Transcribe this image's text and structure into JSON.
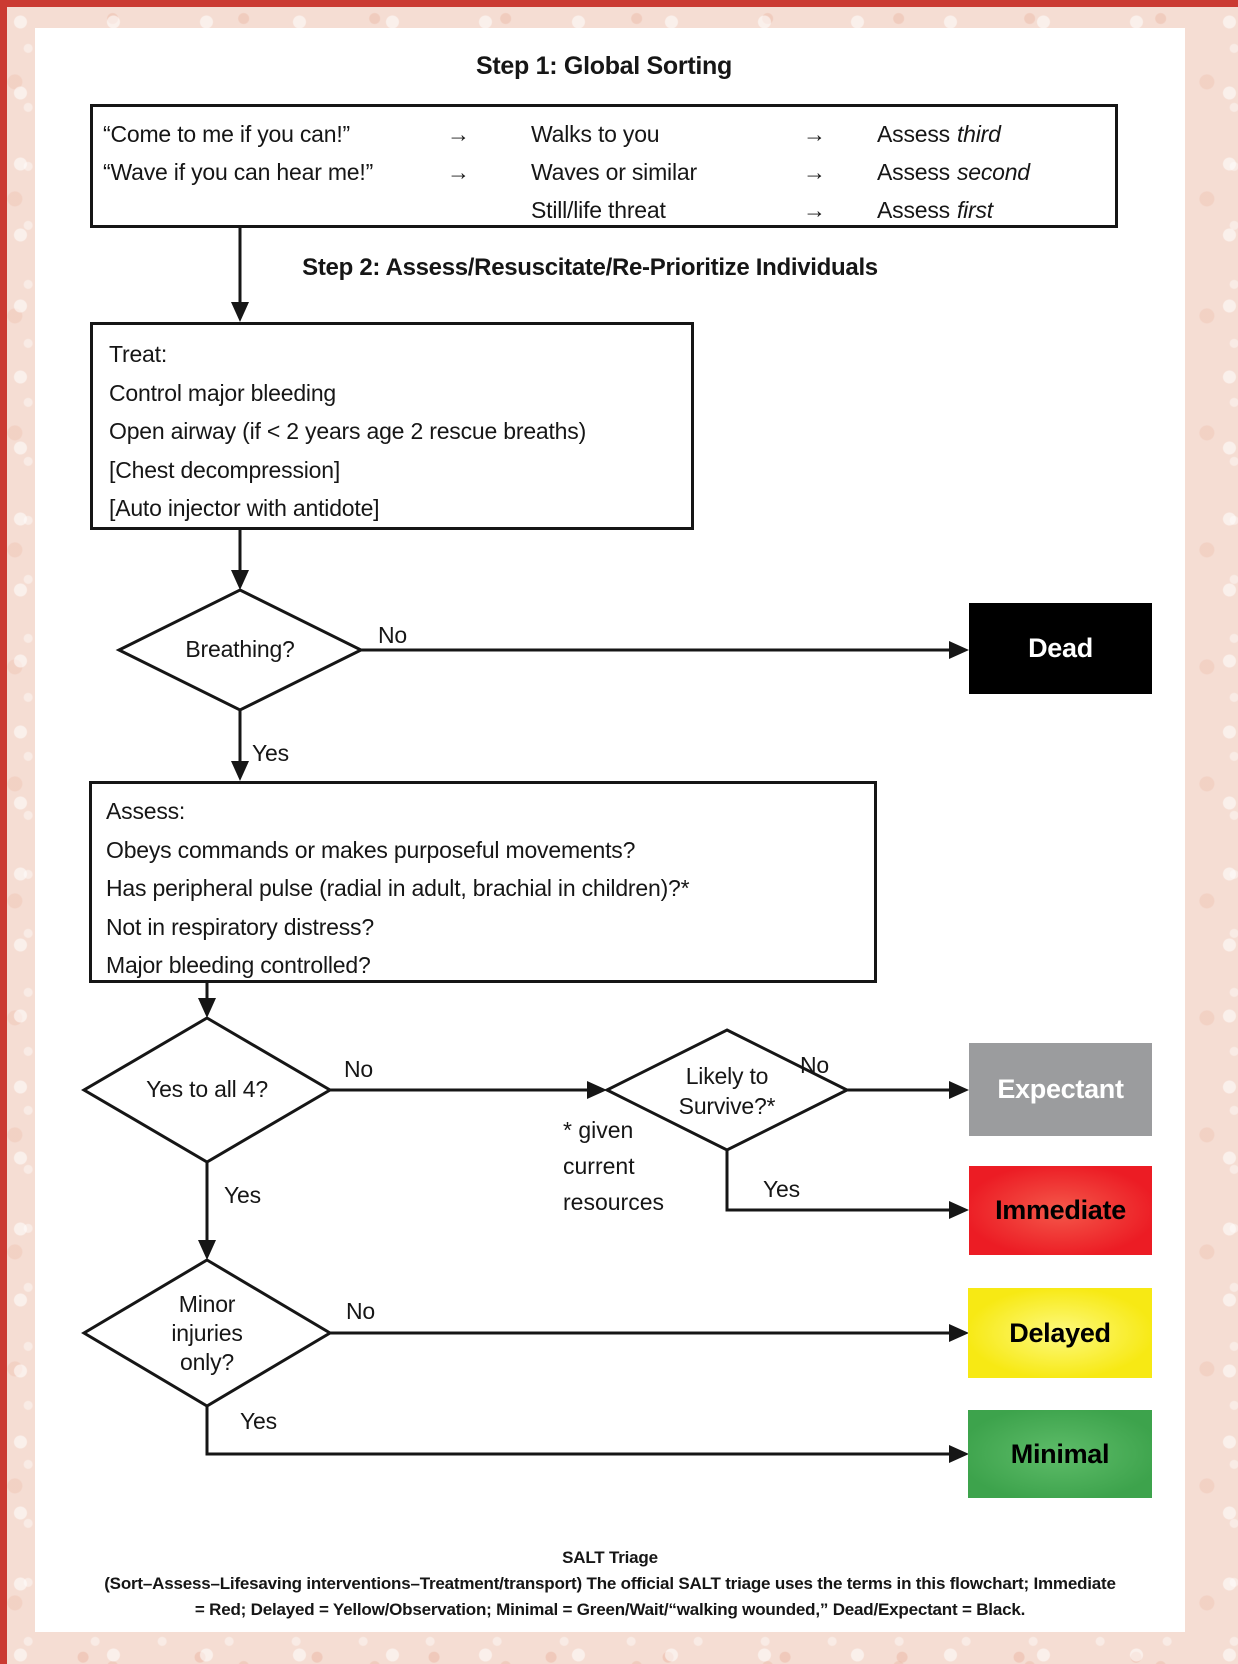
{
  "page": {
    "step1_title": "Step 1: Global Sorting",
    "step2_title": "Step 2: Assess/Resuscitate/Re-Prioritize Individuals"
  },
  "global_sorting": {
    "rows": [
      {
        "command": "“Come to me if you can!”",
        "arrow": "→",
        "observation": "Walks to you",
        "arrow2": "→",
        "assess": "Assess",
        "priority": "third"
      },
      {
        "command": "“Wave if you can hear me!”",
        "arrow": "→",
        "observation": "Waves or similar",
        "arrow2": "→",
        "assess": "Assess",
        "priority": "second"
      },
      {
        "command": "",
        "arrow": "",
        "observation": "Still/life threat",
        "arrow2": "→",
        "assess": "Assess",
        "priority": "first"
      }
    ]
  },
  "treat_box": {
    "lines": [
      "Treat:",
      "Control major bleeding",
      "Open airway (if < 2 years age 2 rescue breaths)",
      "[Chest decompression]",
      "[Auto injector with antidote]"
    ]
  },
  "assess_box": {
    "lines": [
      "Assess:",
      "Obeys commands or makes purposeful movements?",
      "Has peripheral pulse (radial in adult, brachial in children)?*",
      "Not in respiratory distress?",
      "Major bleeding controlled?"
    ]
  },
  "decisions": {
    "breathing": {
      "label": "Breathing?",
      "no": "No",
      "yes": "Yes"
    },
    "yes_to_all": {
      "label": "Yes to all 4?",
      "no": "No",
      "yes": "Yes"
    },
    "likely_survive": {
      "line1": "Likely to",
      "line2": "Survive?*",
      "no": "No",
      "yes": "Yes"
    },
    "minor_injuries": {
      "line1": "Minor",
      "line2": "injuries",
      "line3": "only?",
      "no": "No",
      "yes": "Yes"
    }
  },
  "footnote": {
    "lines": [
      "* given",
      "current",
      "resources"
    ]
  },
  "outcomes": {
    "dead": {
      "label": "Dead",
      "bg": "#000000",
      "fg": "#ffffff"
    },
    "expectant": {
      "label": "Expectant",
      "bg": "#9b9c9e",
      "fg": "#ffffff"
    },
    "immediate": {
      "label": "Immediate",
      "bg": "#ec1c24",
      "fg": "#000000"
    },
    "delayed": {
      "label": "Delayed",
      "bg": "#f7e914",
      "fg": "#000000"
    },
    "minimal": {
      "label": "Minimal",
      "bg": "#3da34c",
      "fg": "#000000"
    }
  },
  "footer": {
    "title": "SALT Triage",
    "line1": "(Sort–Assess–Lifesaving interventions–Treatment/transport) The official SALT triage uses the terms in this flowchart; Immediate",
    "line2": "= Red; Delayed = Yellow/Observation; Minimal = Green/Wait/“walking wounded,” Dead/Expectant = Black."
  }
}
